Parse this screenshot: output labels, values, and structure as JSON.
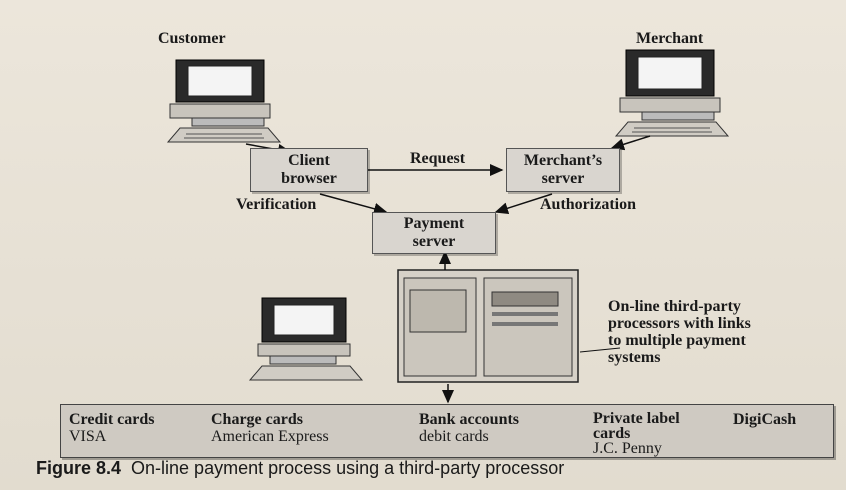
{
  "diagram": {
    "customer_label": "Customer",
    "merchant_label": "Merchant",
    "client_browser": [
      "Client",
      "browser"
    ],
    "merchant_server": [
      "Merchant’s",
      "server"
    ],
    "payment_server": [
      "Payment",
      "server"
    ],
    "request_label": "Request",
    "verification_label": "Verification",
    "authorization_label": "Authorization",
    "processor_desc": [
      "On-line third-party",
      "processors with links",
      "to multiple payment",
      "systems"
    ],
    "systems": [
      {
        "title": "Credit cards",
        "sub": "VISA"
      },
      {
        "title": "Charge cards",
        "sub": "American Express"
      },
      {
        "title": "Bank accounts",
        "sub": "debit cards"
      },
      {
        "title": "Private label",
        "sub": "cards",
        "sub2": "J.C. Penny"
      },
      {
        "title": "DigiCash",
        "sub": ""
      }
    ]
  },
  "caption": {
    "figure": "Figure 8.4",
    "text": "On-line payment process using a third-party processor"
  }
}
